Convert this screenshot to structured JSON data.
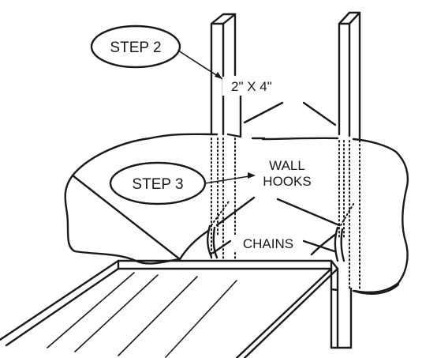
{
  "callouts": {
    "step2": "STEP 2",
    "step3": "STEP 3"
  },
  "labels": {
    "board": "2\" X 4\"",
    "wall_hooks_line1": "WALL",
    "wall_hooks_line2": "HOOKS",
    "chains": "CHAINS"
  }
}
